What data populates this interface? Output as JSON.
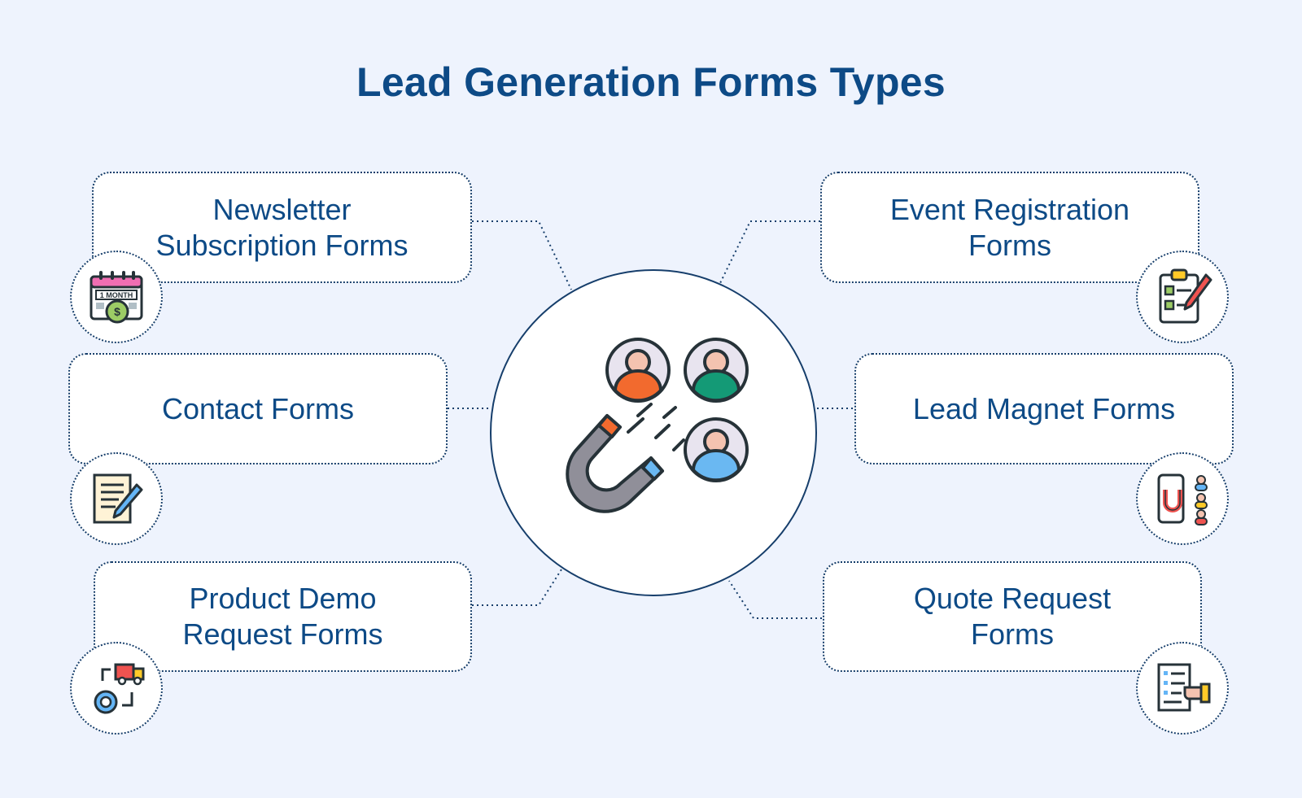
{
  "title": "Lead Generation Forms Types",
  "center": {
    "icon": "magnet-attracting-people-icon"
  },
  "form_types": [
    {
      "label": "Newsletter\nSubscription Forms",
      "icon": "calendar-subscription-icon",
      "icon_text": "1 MONTH"
    },
    {
      "label": "Contact Forms",
      "icon": "document-pen-icon"
    },
    {
      "label": "Product Demo\nRequest Forms",
      "icon": "delivery-process-icon"
    },
    {
      "label": "Event Registration\nForms",
      "icon": "clipboard-checklist-icon"
    },
    {
      "label": "Lead Magnet Forms",
      "icon": "phone-magnet-icon"
    },
    {
      "label": "Quote Request\nForms",
      "icon": "quote-document-hand-icon"
    }
  ],
  "colors": {
    "background": "#eef3fd",
    "title": "#0d4a86",
    "label": "#0d4a86",
    "border": "#163e6b"
  }
}
